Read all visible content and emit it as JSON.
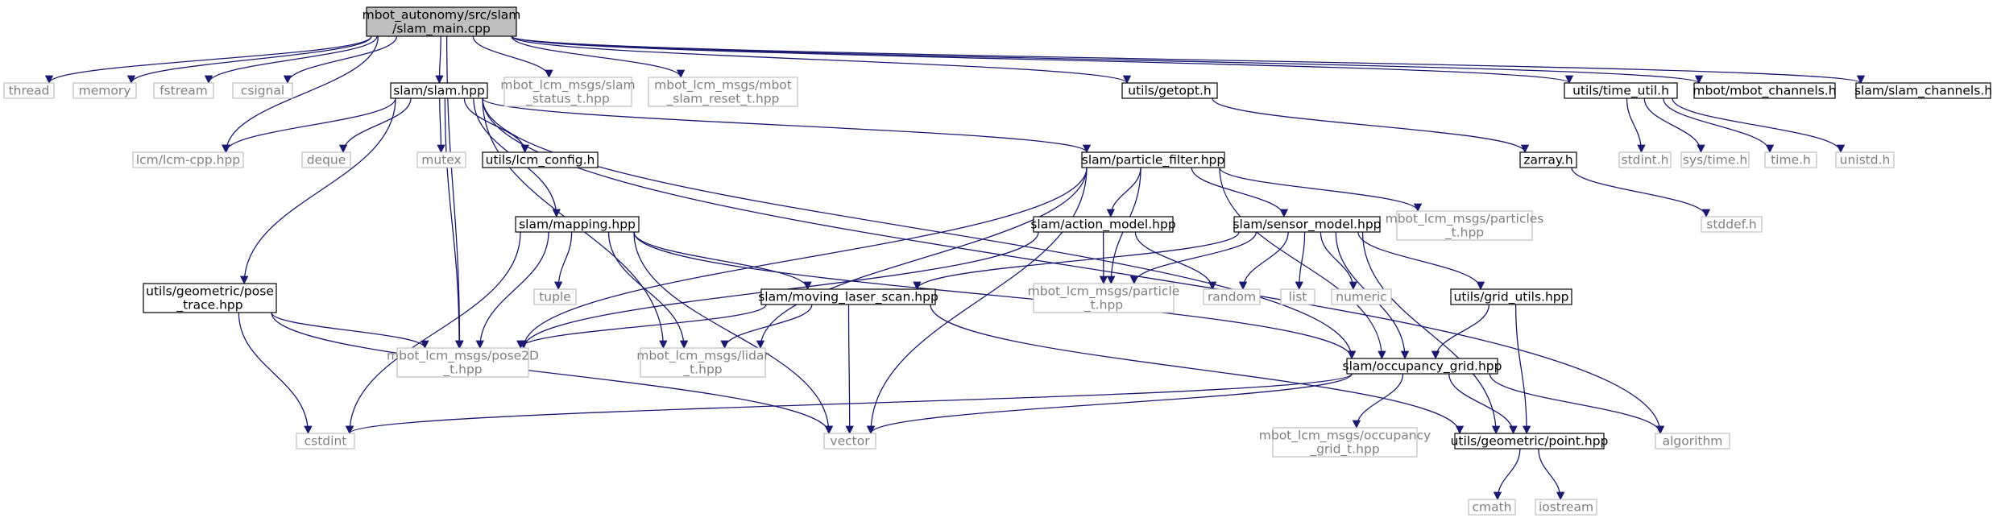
{
  "colors": {
    "edge": "#191970",
    "box_local": "#000000",
    "box_external": "#bfbfbf",
    "root_fill": "#bfbfbf",
    "text_local": "#000000",
    "text_external": "#808080"
  },
  "nodes": {
    "root": [
      "mbot_autonomy/src/slam",
      "/slam_main.cpp"
    ],
    "thread": [
      "thread"
    ],
    "memory": [
      "memory"
    ],
    "fstream": [
      "fstream"
    ],
    "csignal": [
      "csignal"
    ],
    "slam_hpp": [
      "slam/slam.hpp"
    ],
    "status_t": [
      "mbot_lcm_msgs/slam",
      "_status_t.hpp"
    ],
    "reset_t": [
      "mbot_lcm_msgs/mbot",
      "_slam_reset_t.hpp"
    ],
    "getopt": [
      "utils/getopt.h"
    ],
    "time_util": [
      "utils/time_util.h"
    ],
    "mbot_channels": [
      "mbot/mbot_channels.h"
    ],
    "slam_channels": [
      "slam/slam_channels.h"
    ],
    "lcm_cpp": [
      "lcm/lcm-cpp.hpp"
    ],
    "deque": [
      "deque"
    ],
    "mutex": [
      "mutex"
    ],
    "lcm_config": [
      "utils/lcm_config.h"
    ],
    "particle_filter": [
      "slam/particle_filter.hpp"
    ],
    "zarray": [
      "zarray.h"
    ],
    "stdint_h": [
      "stdint.h"
    ],
    "sys_time": [
      "sys/time.h"
    ],
    "time_h": [
      "time.h"
    ],
    "unistd": [
      "unistd.h"
    ],
    "stddef": [
      "stddef.h"
    ],
    "mapping": [
      "slam/mapping.hpp"
    ],
    "action_model": [
      "slam/action_model.hpp"
    ],
    "sensor_model": [
      "slam/sensor_model.hpp"
    ],
    "particles_t": [
      "mbot_lcm_msgs/particles",
      "_t.hpp"
    ],
    "pose_trace": [
      "utils/geometric/pose",
      "_trace.hpp"
    ],
    "tuple": [
      "tuple"
    ],
    "moving_laser_scan": [
      "slam/moving_laser_scan.hpp"
    ],
    "particle_t": [
      "mbot_lcm_msgs/particle",
      "_t.hpp"
    ],
    "random": [
      "random"
    ],
    "list": [
      "list"
    ],
    "numeric": [
      "numeric"
    ],
    "grid_utils": [
      "utils/grid_utils.hpp"
    ],
    "pose2d": [
      "mbot_lcm_msgs/pose2D",
      "_t.hpp"
    ],
    "lidar": [
      "mbot_lcm_msgs/lidar",
      "_t.hpp"
    ],
    "occupancy_grid": [
      "slam/occupancy_grid.hpp"
    ],
    "cstdint": [
      "cstdint"
    ],
    "vector": [
      "vector"
    ],
    "occ_grid_t": [
      "mbot_lcm_msgs/occupancy",
      "_grid_t.hpp"
    ],
    "point": [
      "utils/geometric/point.hpp"
    ],
    "algorithm": [
      "algorithm"
    ],
    "cmath": [
      "cmath"
    ],
    "iostream": [
      "iostream"
    ]
  }
}
